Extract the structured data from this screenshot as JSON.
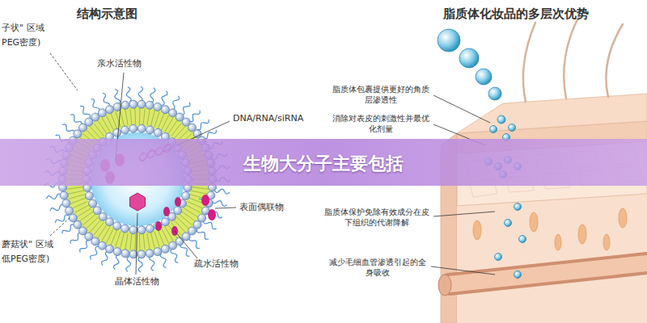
{
  "diagram": {
    "title": "生物大分子主要包括",
    "labels": [
      "结构示意图",
      "子状\" 区域",
      "PEG密度)",
      "亲水活性物",
      "DNA/RNA/siRNA",
      "表面偶联物",
      "疏水活性物",
      "晶体活性物",
      "蘑菇状\" 区域",
      "低PEG密度)",
      "脂质体化妆品的多层次优势",
      "脂质体包裹提供更好的角质层渗透性",
      "消除对表皮的刺激性并最优化剂量",
      "脂质体保护免除有效成分在皮下组织的代谢降解",
      "减少毛细血管渗透引起的全身吸收"
    ]
  }
}
